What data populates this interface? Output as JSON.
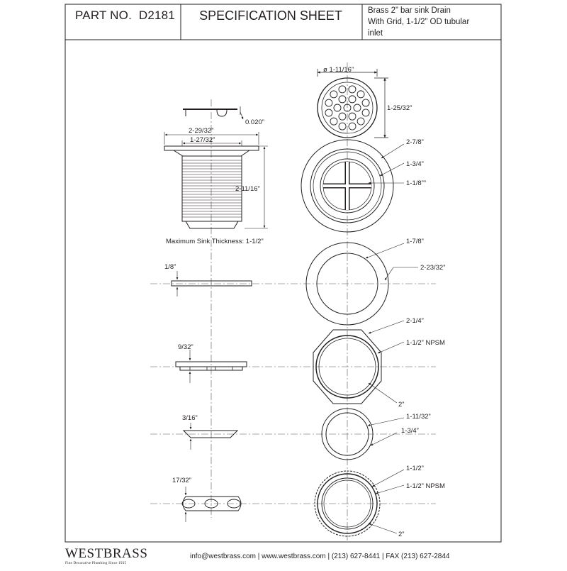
{
  "header": {
    "part_label": "PART NO.",
    "part_number": "D2181",
    "title": "SPECIFICATION SHEET",
    "description_lines": [
      "Brass 2” bar sink Drain",
      "With Grid,  1-1/2” OD tubular",
      "inlet"
    ]
  },
  "dims": {
    "strainer_diameter": "ø 1-11/16”",
    "strainer_height": "1-25/32”",
    "body_flange_thickness": "0.020”",
    "body_flange_width": "2-29/32”",
    "body_outer_width": "1-27/32”",
    "body_height": "2-11/16”",
    "max_sink_thickness": "Maximum Sink Thickness: 1-1/2”",
    "top_outer": "2-7/8”",
    "top_middle": "1-3/4”",
    "top_inner": "1-1/8””",
    "gasket_thickness": "1/8”",
    "gasket_inner": "1-7/8”",
    "gasket_outer": "2-23/32”",
    "locknut_thickness": "9/32”",
    "locknut_outer": "2-1/4”",
    "locknut_thread": "1-1/2” NPSM",
    "locknut_across": "2”",
    "washer_thickness": "3/16”",
    "washer_inner": "1-11/32”",
    "washer_outer": "1-3/4”",
    "tail_thickness": "17/32”",
    "tail_inner": "1-1/2”",
    "tail_thread": "1-1/2” NPSM",
    "tail_outer": "2”"
  },
  "footer": {
    "brand": "WESTBRASS",
    "tagline": "Fine Decorative Plumbing Since 1935",
    "contact": "info@westbrass.com  |  www.westbrass.com  |   (213) 627-8441   |   FAX (213) 627-2844"
  }
}
